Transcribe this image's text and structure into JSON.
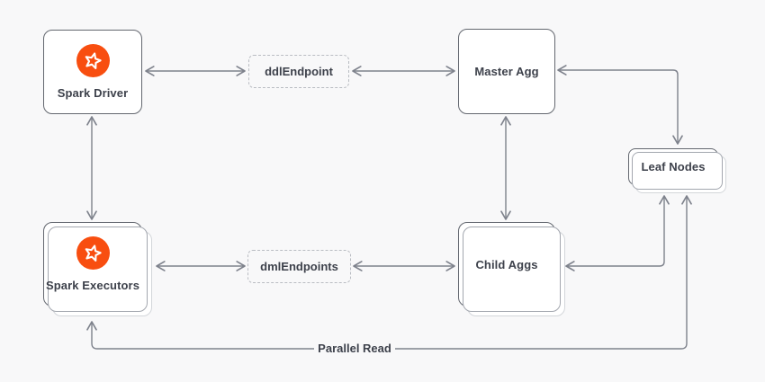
{
  "diagram": {
    "nodes": {
      "spark_driver": {
        "label": "Spark Driver",
        "icon": "spark-star-icon",
        "style": "solid"
      },
      "spark_executors": {
        "label": "Spark Executors",
        "icon": "spark-star-icon",
        "style": "solid-stacked"
      },
      "ddl_endpoint": {
        "label": "ddlEndpoint",
        "style": "dashed"
      },
      "dml_endpoints": {
        "label": "dmlEndpoints",
        "style": "dashed"
      },
      "master_agg": {
        "label": "Master Agg",
        "style": "solid"
      },
      "child_aggs": {
        "label": "Child Aggs",
        "style": "solid-stacked"
      },
      "leaf_nodes": {
        "label": "Leaf Nodes",
        "style": "solid-stacked"
      }
    },
    "edges": [
      {
        "from": "Spark Driver",
        "to": "ddlEndpoint",
        "arrows": "both"
      },
      {
        "from": "ddlEndpoint",
        "to": "Master Agg",
        "arrows": "both"
      },
      {
        "from": "Spark Driver",
        "to": "Spark Executors",
        "arrows": "both"
      },
      {
        "from": "Master Agg",
        "to": "Leaf Nodes",
        "arrows": "both"
      },
      {
        "from": "Master Agg",
        "to": "Child Aggs",
        "arrows": "both"
      },
      {
        "from": "Spark Executors",
        "to": "dmlEndpoints",
        "arrows": "both"
      },
      {
        "from": "dmlEndpoints",
        "to": "Child Aggs",
        "arrows": "both"
      },
      {
        "from": "Child Aggs",
        "to": "Leaf Nodes",
        "arrows": "both"
      },
      {
        "from": "Spark Executors",
        "to": "Leaf Nodes",
        "arrows": "both",
        "label": "Parallel Read"
      }
    ],
    "labels": {
      "parallel_read": "Parallel Read"
    },
    "colors": {
      "background": "#f8f8f9",
      "node_border": "#63676f",
      "stack_border_mid": "#a3a7af",
      "stack_border_light": "#d3d6da",
      "dashed_border": "#b9bcc2",
      "arrow": "#7e828c",
      "text": "#3d414b",
      "icon_orange": "#f84e10",
      "icon_star": "#ffffff"
    }
  }
}
